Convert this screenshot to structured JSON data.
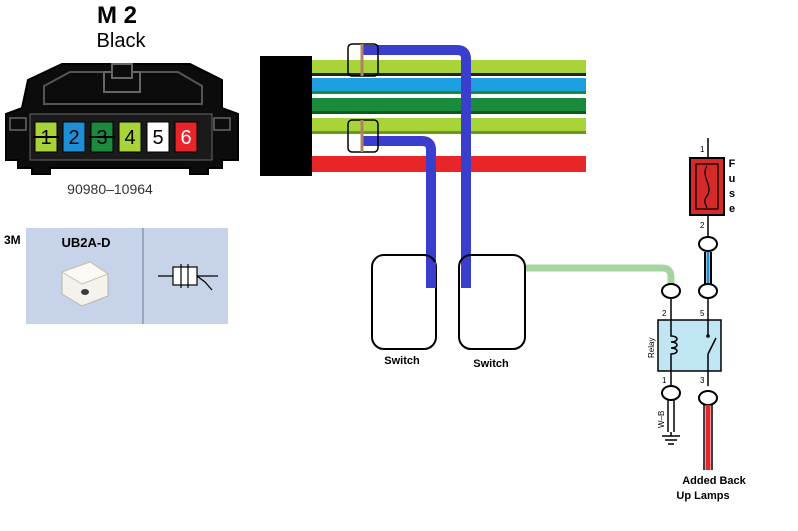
{
  "connector": {
    "title": "M 2",
    "color_label": "Black",
    "part_number": "90980–10964",
    "pins": [
      {
        "label": "1",
        "color": "#a8d43a",
        "text_color": "#000000",
        "crossed": true
      },
      {
        "label": "2",
        "color": "#1e8fd6",
        "text_color": "#000000",
        "crossed": false
      },
      {
        "label": "3",
        "color": "#1a8a3c",
        "text_color": "#000000",
        "crossed": true
      },
      {
        "label": "4",
        "color": "#a8d43a",
        "text_color": "#000000",
        "crossed": false
      },
      {
        "label": "5",
        "color": "#ffffff",
        "text_color": "#000000",
        "crossed": false
      },
      {
        "label": "6",
        "color": "#e8262a",
        "text_color": "#ffffff",
        "crossed": false
      }
    ]
  },
  "splice_card": {
    "brand": "3M",
    "model": "UB2A-D",
    "background": "#c7d3e8"
  },
  "harness": {
    "block_color": "#000000",
    "wires": [
      {
        "name": "yellow-green-black-stripe",
        "color": "#a8d43a",
        "stripe": "#222222"
      },
      {
        "name": "light-blue",
        "color": "#1ea0e0",
        "stripe": "#1a8a3c"
      },
      {
        "name": "green",
        "color": "#1a8a3c",
        "stripe": "#0a5a1a"
      },
      {
        "name": "yellow-green",
        "color": "#a8d43a",
        "stripe": "#6a9a1a"
      },
      {
        "name": "red",
        "color": "#e8262a",
        "stripe": "#e8262a"
      }
    ],
    "tap_wire_color": "#3a3ecc",
    "tap_marker_color": "#b0826a",
    "relay_feed_color": "#a6d4a0"
  },
  "switches": [
    {
      "label": "Switch"
    },
    {
      "label": "Switch"
    }
  ],
  "relay_circuit": {
    "fuse_label": "F\nu\ns\ne",
    "fuse_color": "#d42a2a",
    "relay_label": "Relay",
    "relay_color": "#bfe6f2",
    "pin_numbers": {
      "fuse_top": "1",
      "fuse_bottom": "2",
      "coil_in": "2",
      "switch_in": "5",
      "coil_out": "1",
      "switch_out": "3"
    },
    "ground_wire_label": "W–B",
    "output_label_line1": "Added Back",
    "output_label_line2": "Up Lamps",
    "output_wire_color": "#e8262a",
    "feed_wire_color": "#1e8fd6"
  }
}
